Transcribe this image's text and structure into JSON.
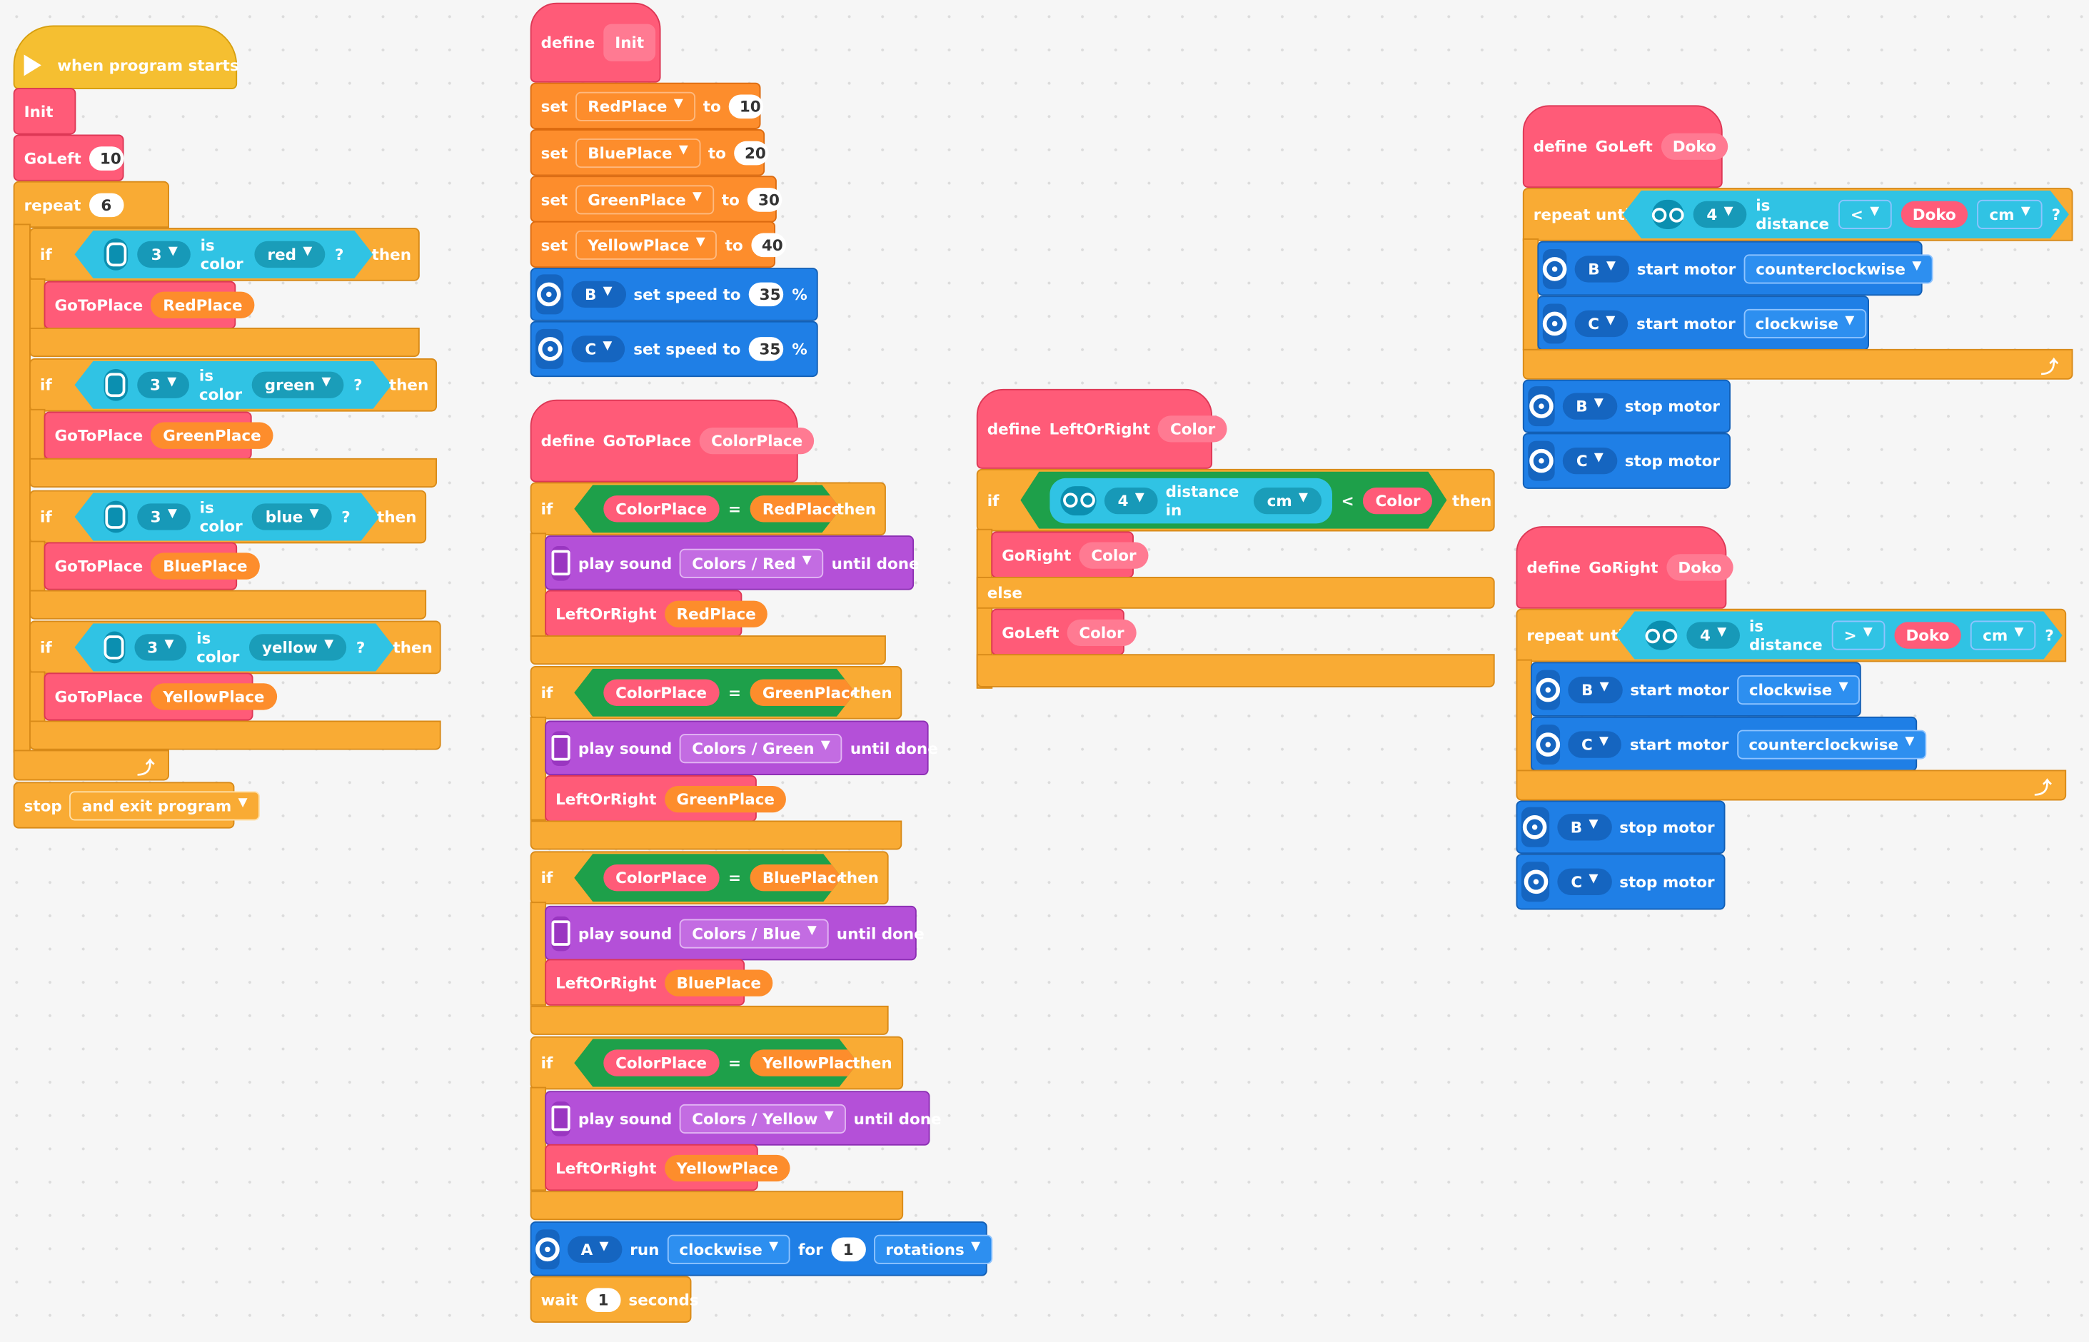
{
  "colors": {
    "event": "#f5bf31",
    "control": "#f9ab34",
    "variable": "#fd8d2c",
    "myblock": "#ff5b78",
    "motor": "#1f7fe6",
    "sound": "#b450d8",
    "sensor": "#30c3e4",
    "operator": "#1ea04a"
  },
  "icons": {
    "start": "play-icon",
    "sensor": "color-sensor-icon",
    "distance": "distance-sensor-icon",
    "motor": "motor-icon",
    "sound": "sound-icon",
    "loop": "loop-arrow-icon"
  },
  "main": {
    "start_label": "when program starts",
    "init_label": "Init",
    "goleft_label": "GoLeft",
    "goleft_value": "10",
    "repeat_label": "repeat",
    "repeat_value": "6",
    "if_label": "if",
    "then_label": "then",
    "port": "3",
    "is_color": "is color",
    "q": "?",
    "gotoplace": "GoToPlace",
    "branches": [
      {
        "color": "red",
        "place": "RedPlace"
      },
      {
        "color": "green",
        "place": "GreenPlace"
      },
      {
        "color": "blue",
        "place": "BluePlace"
      },
      {
        "color": "yellow",
        "place": "YellowPlace"
      }
    ],
    "stop_label": "stop",
    "stop_option": "and exit program"
  },
  "init_def": {
    "define": "define",
    "name": "Init",
    "set": "set",
    "to": "to",
    "vars": [
      {
        "name": "RedPlace",
        "value": "10"
      },
      {
        "name": "BluePlace",
        "value": "20"
      },
      {
        "name": "GreenPlace",
        "value": "30"
      },
      {
        "name": "YellowPlace",
        "value": "40"
      }
    ],
    "speed_label": "set speed to",
    "pct": "%",
    "speeds": [
      {
        "port": "B",
        "value": "35"
      },
      {
        "port": "C",
        "value": "35"
      }
    ]
  },
  "gotoplace_def": {
    "define": "define",
    "name": "GoToPlace",
    "param": "ColorPlace",
    "if_label": "if",
    "then_label": "then",
    "eq": "=",
    "play_sound": "play sound",
    "until_done": "until done",
    "leftorright": "LeftOrRight",
    "cases": [
      {
        "place": "RedPlace",
        "sound": "Colors / Red"
      },
      {
        "place": "GreenPlace",
        "sound": "Colors / Green"
      },
      {
        "place": "BluePlace",
        "sound": "Colors / Blue"
      },
      {
        "place": "YellowPlace",
        "sound": "Colors / Yellow"
      }
    ],
    "run_port": "A",
    "run_label": "run",
    "run_dir": "clockwise",
    "for_label": "for",
    "run_value": "1",
    "run_unit": "rotations",
    "wait_label": "wait",
    "wait_value": "1",
    "wait_unit": "seconds"
  },
  "leftorright_def": {
    "define": "define",
    "name": "LeftOrRight",
    "param": "Color",
    "if_label": "if",
    "port": "4",
    "distance_in": "distance in",
    "unit": "cm",
    "lt": "<",
    "then_label": "then",
    "goright": "GoRight",
    "else_label": "else",
    "goleft": "GoLeft"
  },
  "goleft_def": {
    "define": "define",
    "name": "GoLeft",
    "param": "Doko",
    "repeat_until": "repeat until",
    "port": "4",
    "is_distance": "is distance",
    "op": "<",
    "unit": "cm",
    "q": "?",
    "start_motor": "start motor",
    "motors": [
      {
        "port": "B",
        "dir": "counterclockwise"
      },
      {
        "port": "C",
        "dir": "clockwise"
      }
    ],
    "stop_motor": "stop motor",
    "stops": [
      "B",
      "C"
    ]
  },
  "goright_def": {
    "define": "define",
    "name": "GoRight",
    "param": "Doko",
    "repeat_until": "repeat until",
    "port": "4",
    "is_distance": "is distance",
    "op": ">",
    "unit": "cm",
    "q": "?",
    "start_motor": "start motor",
    "motors": [
      {
        "port": "B",
        "dir": "clockwise"
      },
      {
        "port": "C",
        "dir": "counterclockwise"
      }
    ],
    "stop_motor": "stop motor",
    "stops": [
      "B",
      "C"
    ]
  }
}
